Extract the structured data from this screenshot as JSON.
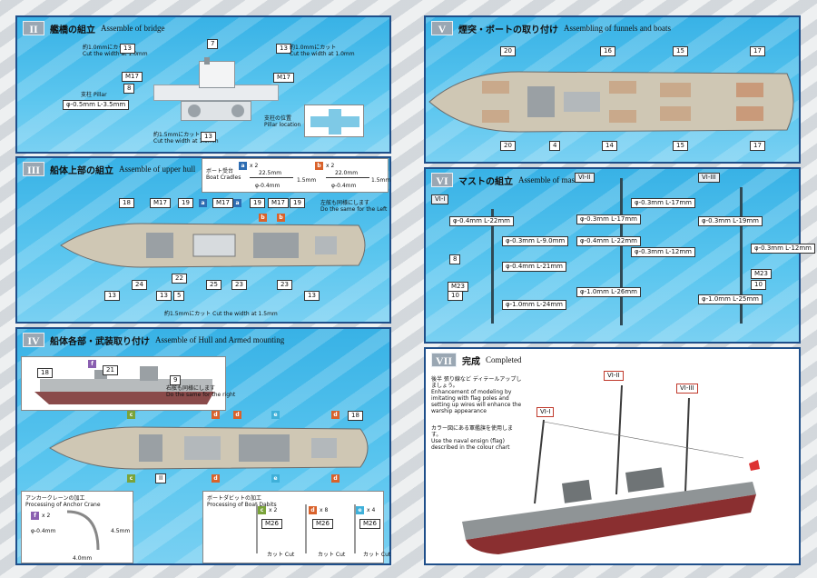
{
  "sections": {
    "s2": {
      "num": "II",
      "jp": "艦橋の組立",
      "en": "Assemble of bridge",
      "labels": [
        "13",
        "7",
        "13",
        "M17",
        "M17",
        "8",
        "13"
      ],
      "cut1_jp": "約1.0mmにカット",
      "cut1_en": "Cut the width at 1.0mm",
      "cut2_jp": "約1.0mmにカット",
      "cut2_en": "Cut the width at 1.0mm",
      "pillar_jp": "支柱",
      "pillar_en": "Pillar",
      "pillar_dim": "φ-0.5mm L-3.5mm",
      "cut3_jp": "約1.5mmにカット",
      "cut3_en": "Cut the width at 1.5mm",
      "loc_jp": "支柱の位置",
      "loc_en": "Pillar location"
    },
    "s3": {
      "num": "III",
      "jp": "船体上部の組立",
      "en": "Assemble of upper hull",
      "cradle_jp": "ボート受台",
      "cradle_en": "Boat Cradles",
      "qty_a": "x 2",
      "qty_b": "x 2",
      "tag_a": "a",
      "tag_b": "b",
      "dim_a": "22.5mm",
      "dim_b": "22.0mm",
      "phi_a": "φ-0.4mm",
      "phi_b": "φ-0.4mm",
      "h_a": "1.5mm",
      "h_b": "1.5mm",
      "top_labels": [
        "18",
        "M17",
        "19",
        "M17",
        "19",
        "M17",
        "19"
      ],
      "tag_top": [
        "a",
        "a",
        "b",
        "b"
      ],
      "left_note_jp": "左舷も同様にします",
      "left_note_en": "Do the same for the Left",
      "bottom_labels": [
        "13",
        "24",
        "13",
        "5",
        "25",
        "23",
        "23",
        "13"
      ],
      "mid_label": "22",
      "cut_jp": "約1.5mmにカット",
      "cut_en": "Cut the width at 1.5mm"
    },
    "s4": {
      "num": "IV",
      "jp": "船体各部・武装取り付け",
      "en": "Assemble of Hull and Armed mounting",
      "side_labels": [
        "18",
        "f",
        "21",
        "9"
      ],
      "right_note_jp": "右舷も同様にします",
      "right_note_en": "Do the same for the right",
      "top_labels": [
        "c",
        "d",
        "d",
        "e",
        "d",
        "18"
      ],
      "bottom_labels": [
        "c",
        "II",
        "d",
        "e",
        "d"
      ],
      "anchor_jp": "アンカークレーンの加工",
      "anchor_en": "Processing of Anchor Crane",
      "anchor_qty": "x 2",
      "anchor_tag": "f",
      "anchor_phi": "φ-0.4mm",
      "anchor_h": "4.5mm",
      "anchor_w": "4.0mm",
      "davit_jp": "ボートダビットの加工",
      "davit_en": "Processing of Boat Dabits",
      "davits": [
        {
          "tag": "c",
          "qty": "x 2",
          "part": "M26"
        },
        {
          "tag": "d",
          "qty": "x 8",
          "part": "M26"
        },
        {
          "tag": "e",
          "qty": "x 4",
          "part": "M26"
        }
      ],
      "cut": "カット Cut"
    },
    "s5": {
      "num": "V",
      "jp": "煙突・ボートの取り付け",
      "en": "Assembling of funnels and boats",
      "top_labels": [
        "20",
        "16",
        "15",
        "17"
      ],
      "bottom_labels": [
        "20",
        "4",
        "14",
        "15",
        "17"
      ]
    },
    "s6": {
      "num": "VI",
      "jp": "マストの組立",
      "en": "Assemble of masts",
      "sub": [
        "VI-I",
        "VI-II",
        "VI-III"
      ],
      "m1": [
        "φ-0.4mm L-22mm",
        "φ-0.3mm L-9.0mm",
        "φ-0.4mm L-21mm",
        "φ-1.0mm L-24mm",
        "8",
        "M23",
        "10"
      ],
      "m2": [
        "φ-0.3mm L-17mm",
        "φ-0.3mm L-17mm",
        "φ-0.4mm L-22mm",
        "φ-0.3mm L-12mm",
        "φ-1.0mm L-26mm"
      ],
      "m3": [
        "φ-0.3mm L-19mm",
        "φ-0.3mm L-12mm",
        "M23",
        "10",
        "φ-1.0mm L-25mm"
      ]
    },
    "s7": {
      "num": "VII",
      "jp": "完成",
      "en": "Completed",
      "note1_jp": "後半 張り線など ディテールアップしましょう。",
      "note1_en": "Enhancement of modeling by imitating with flag poles and setting up wires will enhance the warship appearance",
      "note2_jp": "カラー図にある軍艦旗を使用します。",
      "note2_en": "Use the naval ensign (flag) described in the colour chart",
      "callouts": [
        "VI-I",
        "VI-II",
        "VI-III"
      ]
    }
  }
}
